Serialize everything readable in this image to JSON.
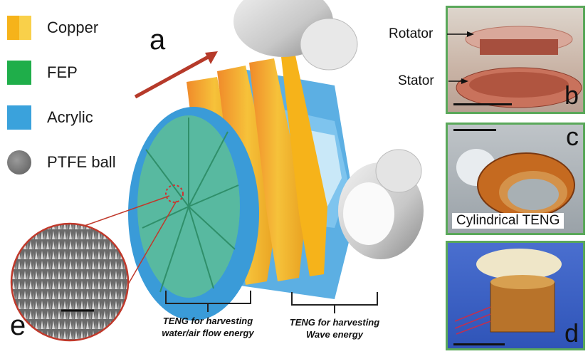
{
  "legend": [
    {
      "label": "Copper",
      "color": "#f6b31a"
    },
    {
      "label": "FEP",
      "color": "#1fae4a"
    },
    {
      "label": "Acrylic",
      "color": "#3aa2dc"
    },
    {
      "label": "PTFE ball",
      "color": "#7a7a7a"
    }
  ],
  "panels": {
    "a": "a",
    "b": {
      "letter": "b",
      "rotator": "Rotator",
      "stator": "Stator"
    },
    "c": {
      "letter": "c",
      "caption": "Cylindrical TENG"
    },
    "d": {
      "letter": "d"
    },
    "e": "e"
  },
  "captions": {
    "left_line1": "TENG for harvesting",
    "left_line2": "water/air flow energy",
    "right_line1": "TENG for harvesting",
    "right_line2": "Wave energy"
  }
}
